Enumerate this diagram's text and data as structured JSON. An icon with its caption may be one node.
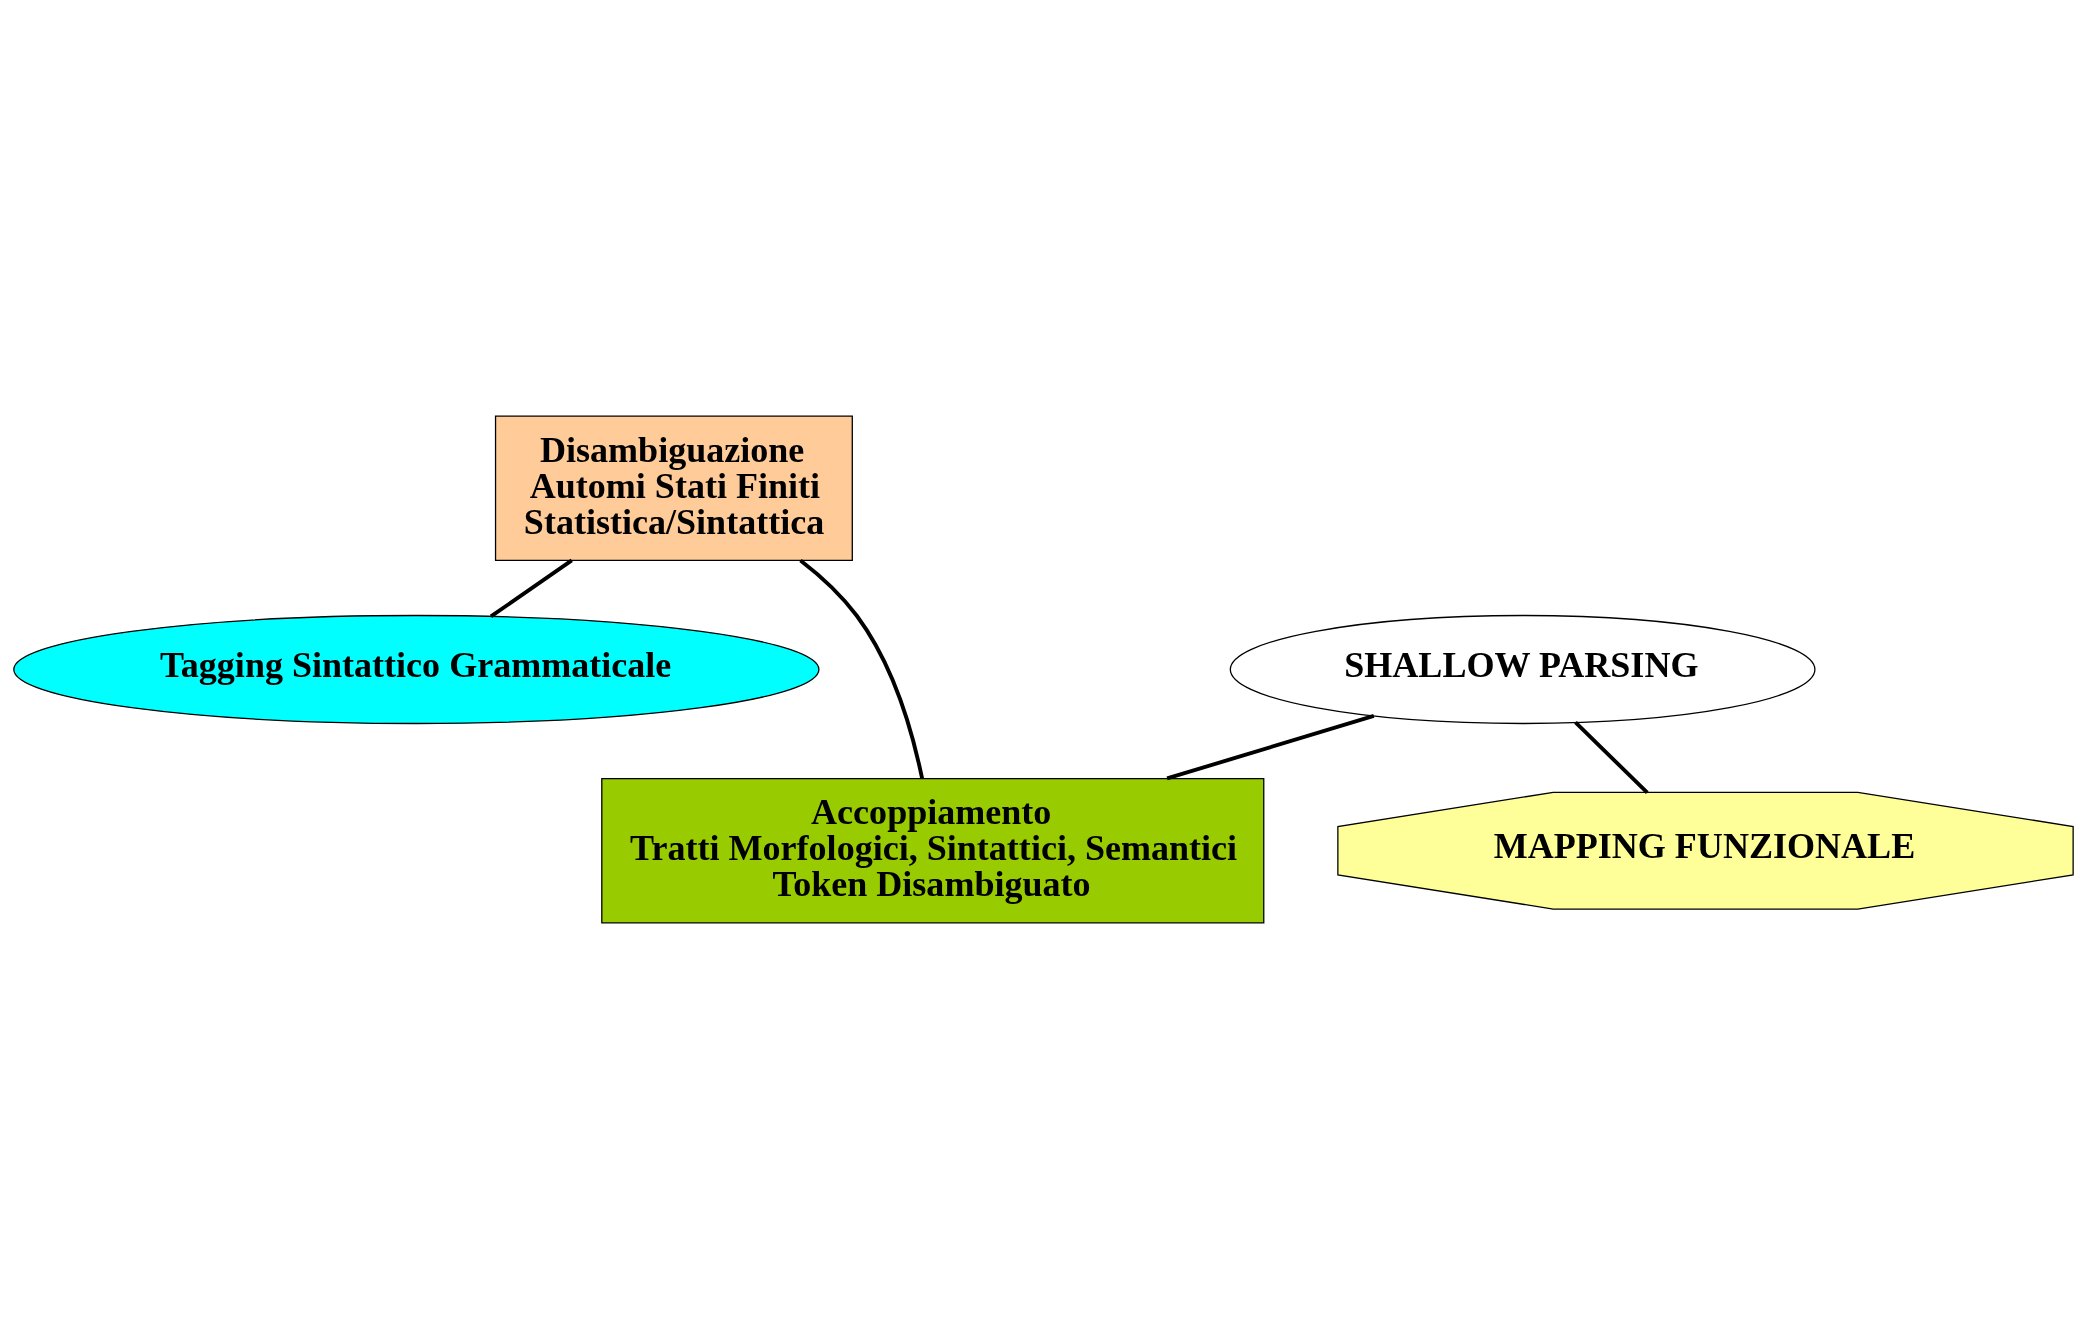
{
  "diagram": {
    "nodes": [
      {
        "text": [
          "Disambiguazione",
          "Automi Stati Finiti",
          "Statistica/Sintattica"
        ]
      },
      {
        "text": [
          "Tagging Sintattico Grammaticale"
        ]
      },
      {
        "text": [
          "SHALLOW PARSING"
        ]
      },
      {
        "text": [
          "Accoppiamento",
          "Tratti Morfologici, Sintattici, Semantici",
          "Token Disambiguato"
        ]
      },
      {
        "text": [
          "MAPPING FUNZIONALE"
        ]
      }
    ],
    "edges": [
      {
        "from": 1,
        "to": 0,
        "arrow": "none"
      },
      {
        "from": 0,
        "to": 3,
        "arrow": "none"
      },
      {
        "from": 2,
        "to": 3,
        "arrow": "none"
      },
      {
        "from": 2,
        "to": 4,
        "arrow": "none"
      }
    ]
  }
}
